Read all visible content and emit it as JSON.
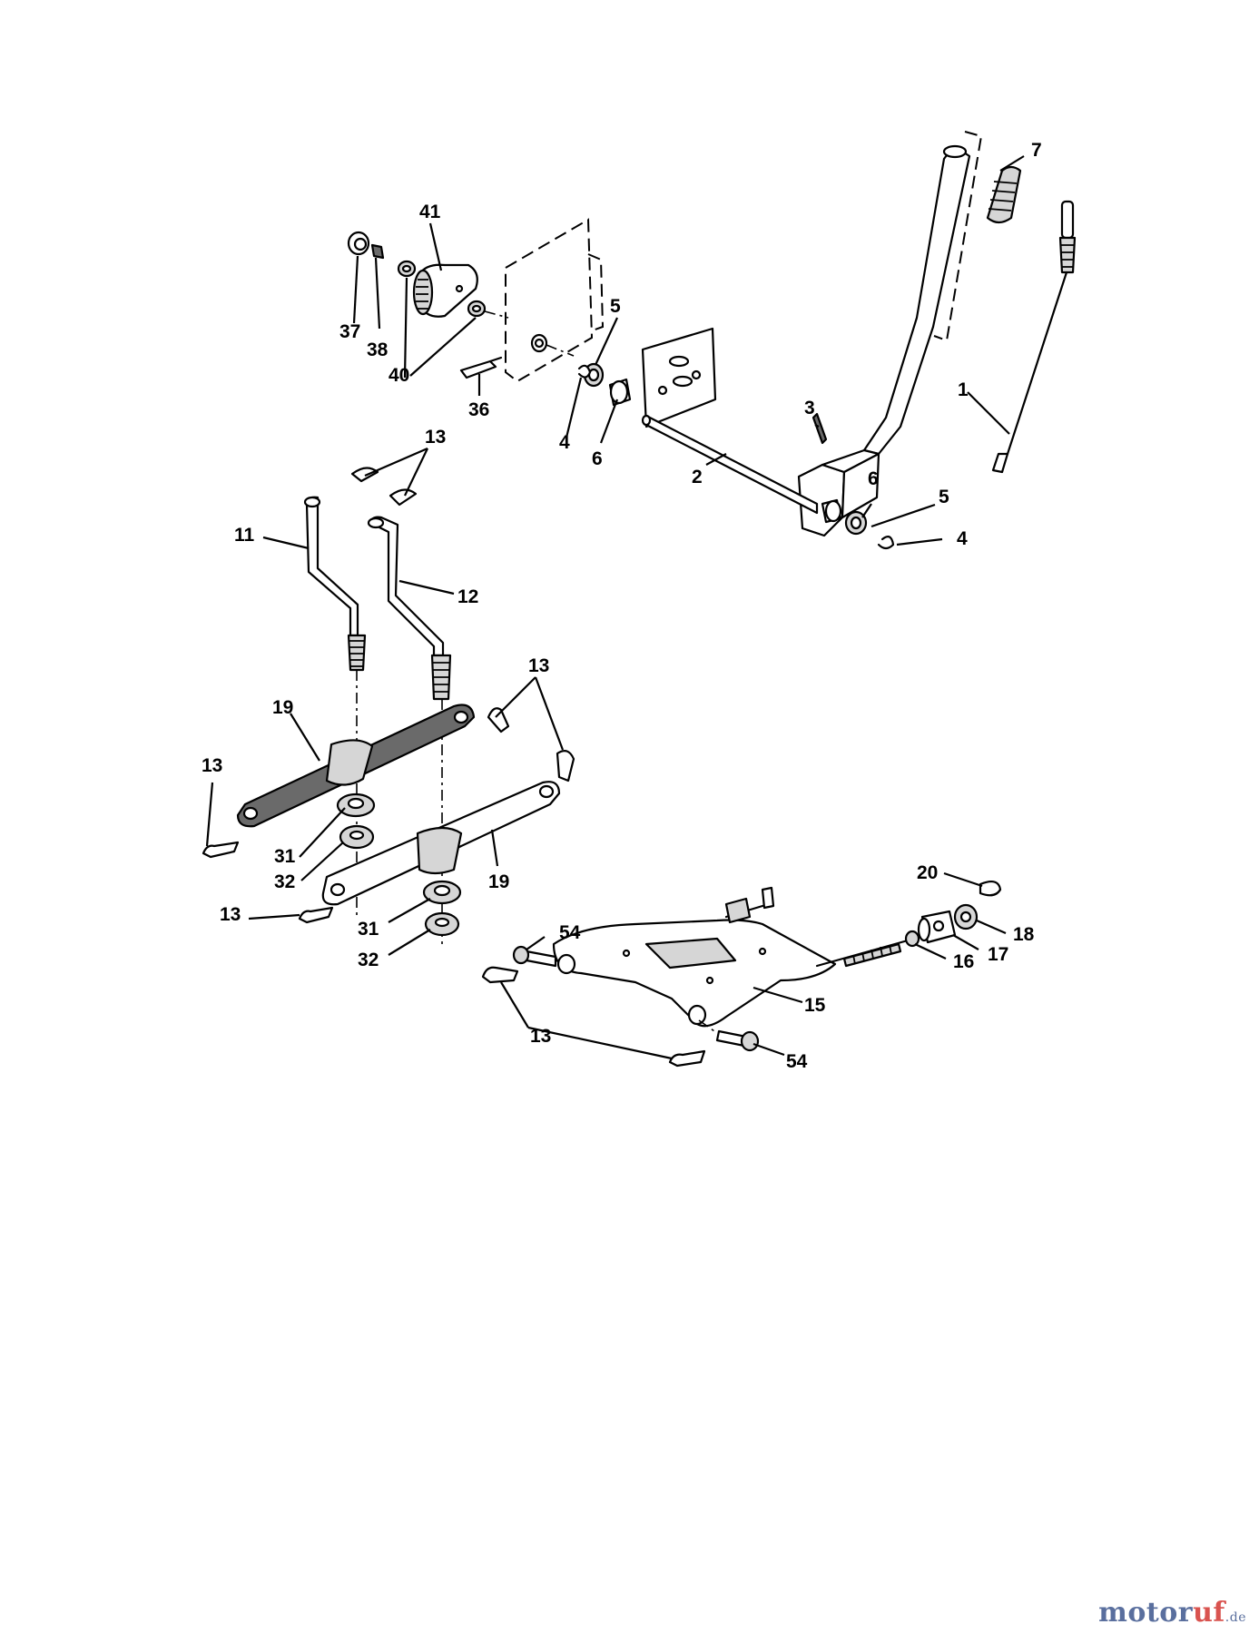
{
  "diagram": {
    "type": "exploded-parts-diagram",
    "callouts": {
      "c1": "1",
      "c2": "2",
      "c3": "3",
      "c4a": "4",
      "c4b": "4",
      "c5a": "5",
      "c5b": "5",
      "c6a": "6",
      "c6b": "6",
      "c7": "7",
      "c11": "11",
      "c12": "12",
      "c13a": "13",
      "c13b": "13",
      "c13c": "13",
      "c13d": "13",
      "c13e": "13",
      "c15": "15",
      "c16": "16",
      "c17": "17",
      "c18": "18",
      "c19a": "19",
      "c19b": "19",
      "c20": "20",
      "c31a": "31",
      "c31b": "31",
      "c32a": "32",
      "c32b": "32",
      "c36": "36",
      "c37": "37",
      "c38": "38",
      "c40": "40",
      "c41": "41",
      "c54a": "54",
      "c54b": "54"
    }
  },
  "watermark": {
    "main": "motor",
    "accent": "uf",
    "tld": ".de"
  }
}
